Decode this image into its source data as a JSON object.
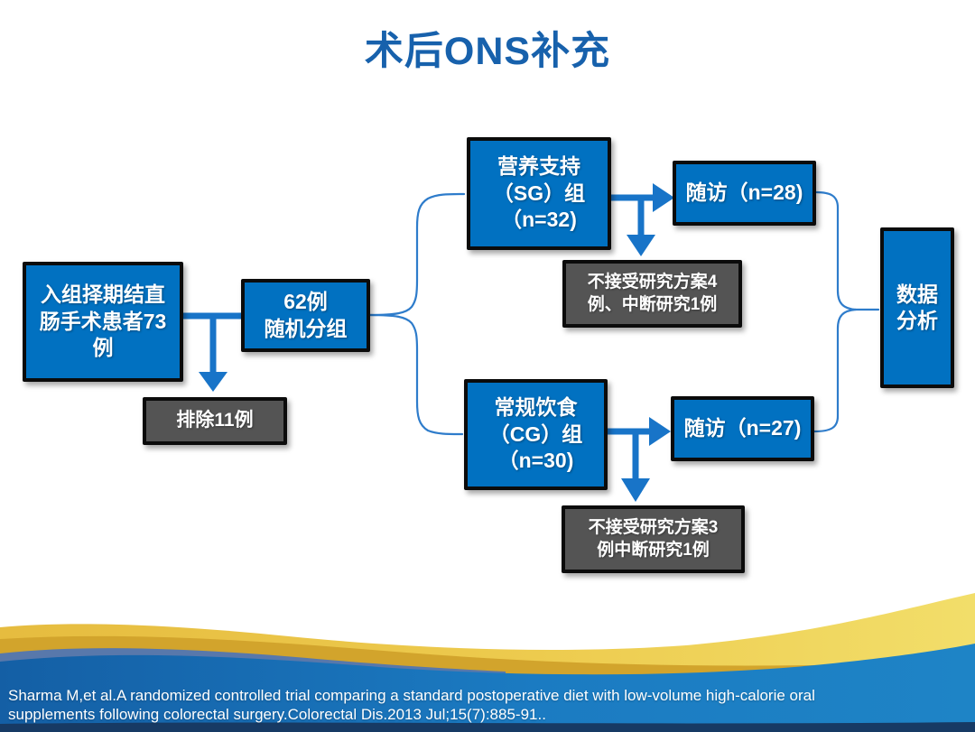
{
  "title": "术后ONS补充",
  "flow": {
    "enrolled": {
      "lines": [
        "入组择期结直",
        "肠手术患者73",
        "例"
      ]
    },
    "randomized": {
      "lines": [
        "62例",
        "随机分组"
      ]
    },
    "excluded": {
      "lines": [
        "排除11例"
      ]
    },
    "sg": {
      "lines": [
        "营养支持",
        "（SG）组",
        "（n=32)"
      ]
    },
    "sgFollowup": {
      "lines": [
        "随访（n=28)"
      ]
    },
    "sgDropout": {
      "lines": [
        "不接受研究方案4",
        "例、中断研究1例"
      ]
    },
    "cg": {
      "lines": [
        "常规饮食",
        "（CG）组",
        "（n=30)"
      ]
    },
    "cgFollowup": {
      "lines": [
        "随访（n=27)"
      ]
    },
    "cgDropout": {
      "lines": [
        "不接受研究方案3",
        "例中断研究1例"
      ]
    },
    "analysis": {
      "lines": [
        "数据",
        "分析"
      ]
    }
  },
  "citation": {
    "line1": "Sharma M,et al.A randomized controlled trial comparing a standard postoperative diet with low-volume high-calorie oral",
    "line2": "supplements following colorectal surgery.Colorectal Dis.2013 Jul;15(7):885-91.."
  },
  "colors": {
    "title_blue": "#1761AC",
    "box_blue": "#0171C1",
    "box_gray": "#545454",
    "box_border": "#0b0b0b",
    "arrow_blue": "#1874C8",
    "connector_blue": "#2E7CCB",
    "footer_blue_left": "#145FA5",
    "footer_blue_right": "#1E84C6",
    "footer_navy": "#173A64",
    "gold_bright": "#F0D458",
    "gold_dark": "#D2A42C",
    "slate_strip": "#5878AB"
  }
}
